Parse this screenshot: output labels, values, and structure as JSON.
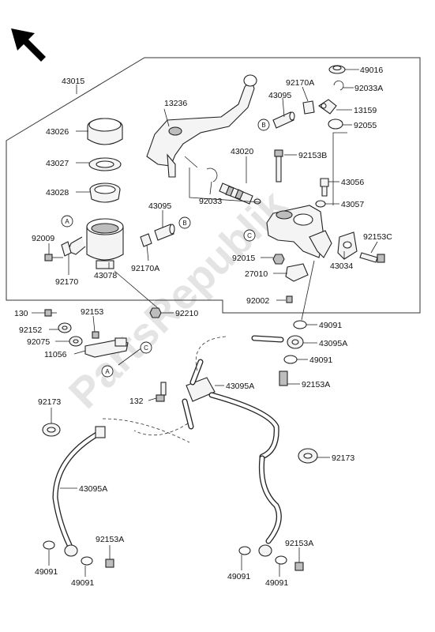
{
  "diagram": {
    "watermark": "PartsRepublik",
    "callout_letters": [
      "A",
      "B",
      "C"
    ],
    "part_labels": {
      "p43015": "43015",
      "p43026": "43026",
      "p43027": "43027",
      "p43028": "43028",
      "p92009": "92009",
      "p92170": "92170",
      "p43078": "43078",
      "p13236": "13236",
      "p43095_top": "43095",
      "p92170A_top": "92170A",
      "p49016": "49016",
      "p92033A": "92033A",
      "p13159": "13159",
      "p92055": "92055",
      "p43020": "43020",
      "p92153B": "92153B",
      "p92033": "92033",
      "p43095_mid": "43095",
      "p92170A_mid": "92170A",
      "p43056": "43056",
      "p43057": "43057",
      "p92153C": "92153C",
      "p92015": "92015",
      "p27010": "27010",
      "p92002": "92002",
      "p43034": "43034",
      "p92210": "92210",
      "p130": "130",
      "p92152": "92152",
      "p92153": "92153",
      "p92075": "92075",
      "p11056": "11056",
      "p49091_a": "49091",
      "p43095A_a": "43095A",
      "p49091_b": "49091",
      "p92153A_a": "92153A",
      "p132": "132",
      "p43095A_b": "43095A",
      "p92173_l": "92173",
      "p92173_r": "92173",
      "p43095A_c": "43095A",
      "p92153A_l": "92153A",
      "p49091_l1": "49091",
      "p49091_l2": "49091",
      "p92153A_r": "92153A",
      "p49091_r1": "49091",
      "p49091_r2": "49091"
    }
  }
}
